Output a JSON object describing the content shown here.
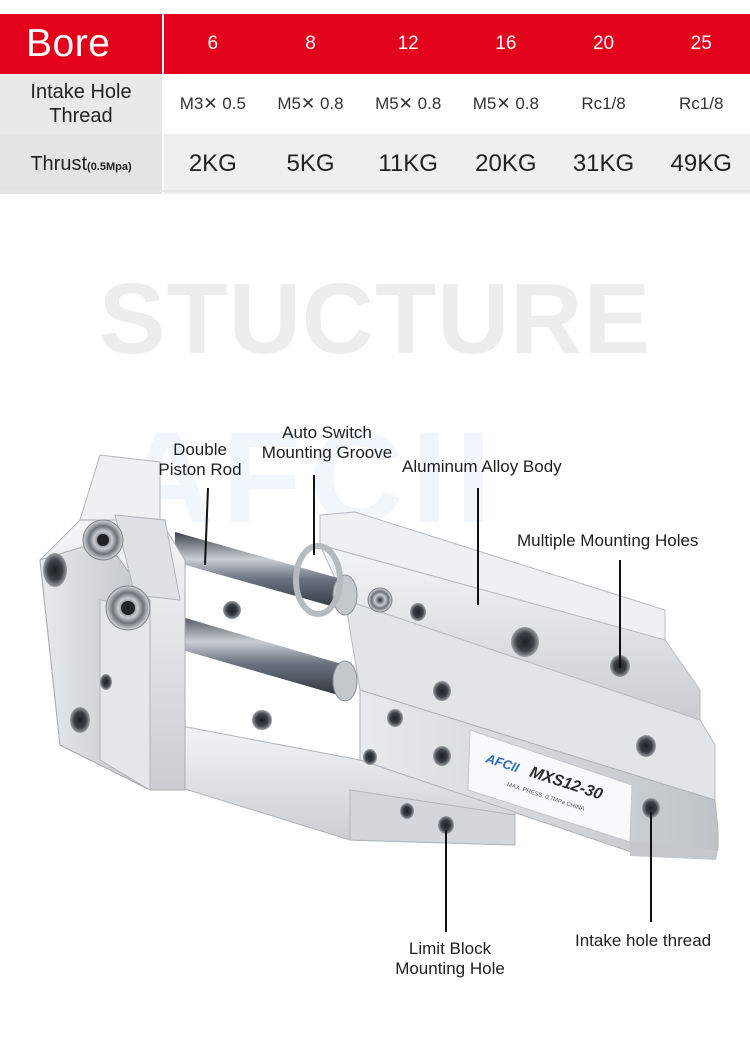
{
  "table": {
    "header_label": "Bore",
    "bores": [
      "6",
      "8",
      "12",
      "16",
      "20",
      "25"
    ],
    "intake_label": "Intake Hole\nThread",
    "intake_values": [
      "M3✕ 0.5",
      "M5✕ 0.8",
      "M5✕ 0.8",
      "M5✕ 0.8",
      "Rc1/8",
      "Rc1/8"
    ],
    "thrust_label": "Thrust",
    "thrust_unit": "(0.5Mpa)",
    "thrust_values": [
      "2KG",
      "5KG",
      "11KG",
      "20KG",
      "31KG",
      "49KG"
    ]
  },
  "section_title": "STUCTURE",
  "brand_watermark": "AFCII",
  "product_label": {
    "brand": "AFCII",
    "model": "MXS12-30",
    "fineprint": "MAX. PRESS: 0.7MPa  CHINA"
  },
  "callouts": {
    "double_piston_rod": "Double\nPiston Rod",
    "auto_switch": "Auto Switch\nMounting Groove",
    "body": "Aluminum Alloy Body",
    "mounting_holes": "Multiple Mounting Holes",
    "limit_block": "Limit Block\nMounting Hole",
    "intake_thread": "Intake hole thread"
  },
  "colors": {
    "header_red": "#e3001b",
    "aluminum": "#d9dcdf",
    "rod": "#5a6470"
  }
}
